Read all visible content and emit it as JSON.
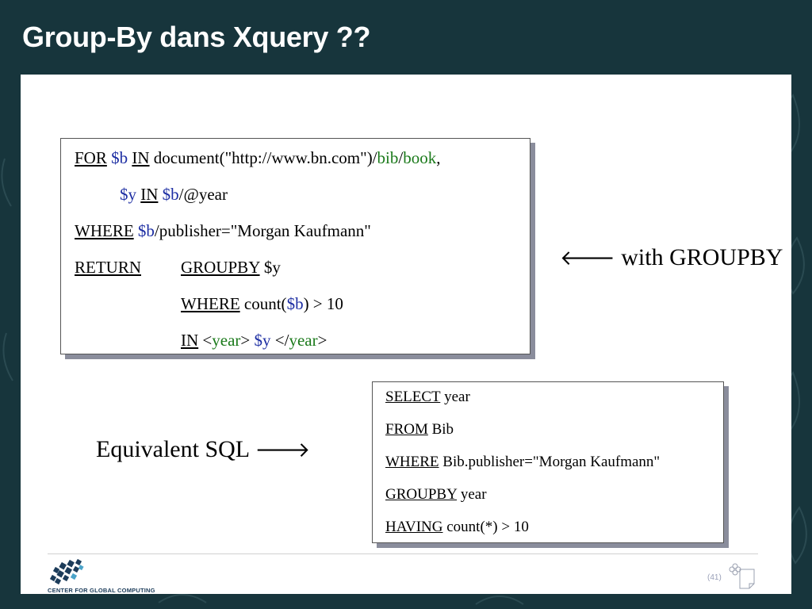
{
  "slide": {
    "title": "Group-By dans Xquery ??"
  },
  "xquery": {
    "l1_for": "FOR",
    "l1_var": "$b",
    "l1_in": "IN",
    "l1_doc": "document(\"http://www.bn.com\")/",
    "l1_bib": "bib",
    "l1_slash": "/",
    "l1_book": "book",
    "l1_comma": ",",
    "l2_var": "$y",
    "l2_in": "IN",
    "l2_b": "$b",
    "l2_path": "/@year",
    "l3_where": "WHERE",
    "l3_b": "$b",
    "l3_rest": "/publisher=\"Morgan Kaufmann\"",
    "l4_return": "RETURN",
    "l4_groupby": "GROUPBY",
    "l4_y": " $y",
    "l5_where": "WHERE",
    "l5_count": " count(",
    "l5_b": "$b",
    "l5_rest": ") > 10",
    "l6_in": "IN",
    "l6_lt1": " <",
    "l6_year1": "year",
    "l6_gt1": "> ",
    "l6_y": "$y",
    "l6_lt2": " </",
    "l6_year2": "year",
    "l6_gt2": ">"
  },
  "with_groupby": {
    "arrow": "🡐",
    "label": "with GROUPBY"
  },
  "equivalent_sql": {
    "label": "Equivalent SQL",
    "arrow": "🡒"
  },
  "sql": {
    "select_kw": "SELECT",
    "select_rest": " year",
    "from_kw": "FROM",
    "from_rest": " Bib",
    "where_kw": "WHERE",
    "where_rest": " Bib.publisher=\"Morgan Kaufmann\"",
    "groupby_kw": "GROUPBY",
    "groupby_rest": " year",
    "having_kw": "HAVING",
    "having_rest": " count(*) > 10"
  },
  "footer": {
    "logo_text": "CENTER FOR GLOBAL COMPUTING",
    "page_number": "(41)"
  },
  "colors": {
    "background": "#17353c",
    "variable": "#1d2ea3",
    "tag": "#1b7a1b"
  }
}
